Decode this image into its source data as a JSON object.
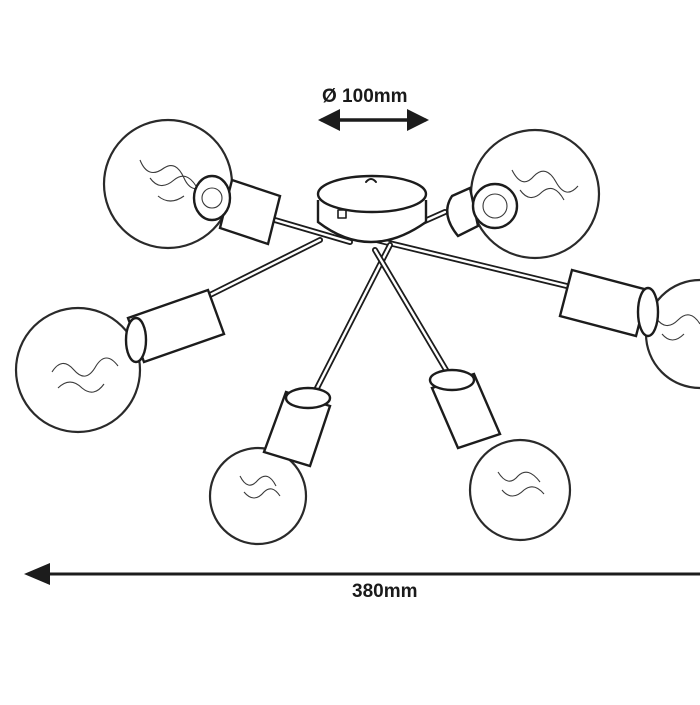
{
  "diagram": {
    "dimensions": {
      "canopy_diameter": "Ø 100mm",
      "overall_width": "380mm"
    },
    "colors": {
      "line": "#1c1c1c",
      "background": "#ffffff"
    },
    "arms_count": 6
  }
}
